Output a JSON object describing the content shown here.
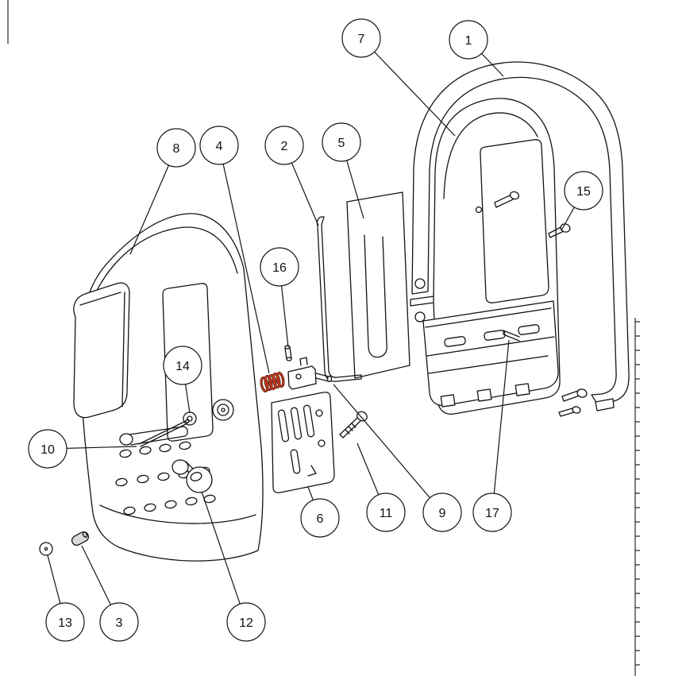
{
  "diagram": {
    "type": "exploded-parts-diagram",
    "balloons": [
      {
        "label": "1"
      },
      {
        "label": "2"
      },
      {
        "label": "3"
      },
      {
        "label": "4"
      },
      {
        "label": "5"
      },
      {
        "label": "6"
      },
      {
        "label": "7"
      },
      {
        "label": "8"
      },
      {
        "label": "9"
      },
      {
        "label": "10"
      },
      {
        "label": "11"
      },
      {
        "label": "12"
      },
      {
        "label": "13"
      },
      {
        "label": "14"
      },
      {
        "label": "15"
      },
      {
        "label": "16"
      },
      {
        "label": "17"
      }
    ]
  },
  "colors": {
    "line": "#141414",
    "edge_mark": "#2a2a2a",
    "background": "#ffffff",
    "spring_dark": "#5a150b",
    "spring_highlight": "#c23b1e"
  }
}
